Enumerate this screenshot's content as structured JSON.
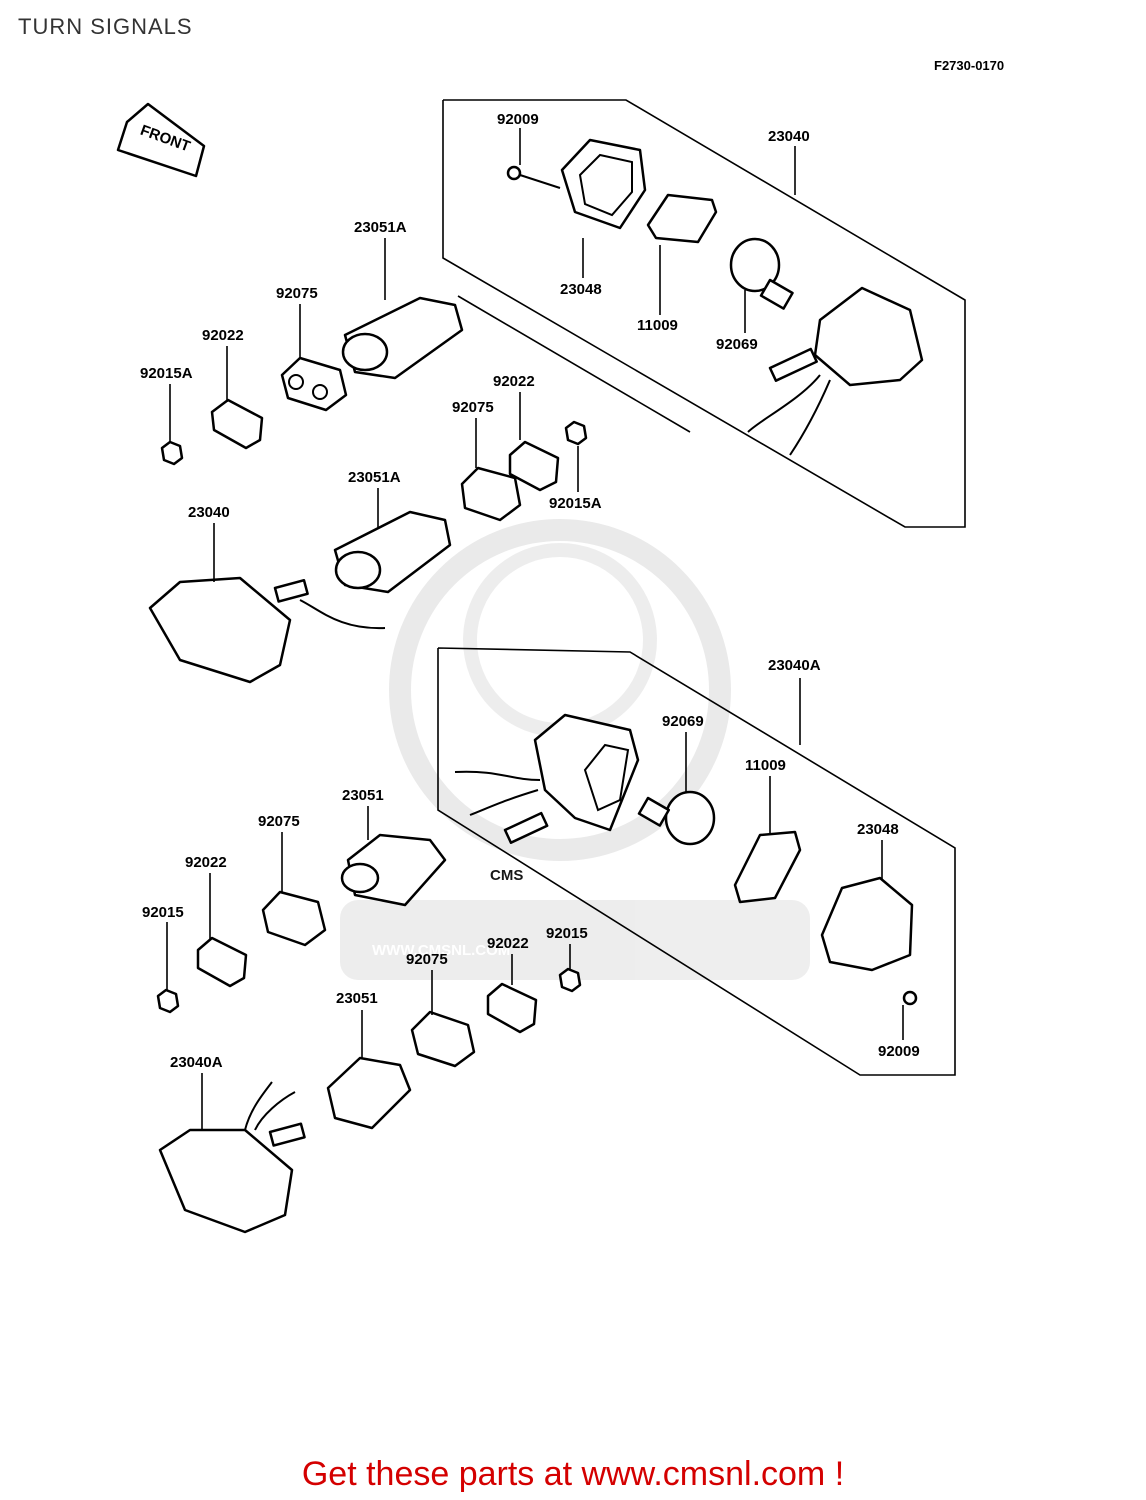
{
  "header": {
    "title": "TURN SIGNALS",
    "diagram_code": "F2730-0170",
    "front_arrow_label": "FRONT"
  },
  "watermark": {
    "logo_text": "CMS",
    "url_text": "WWW.CMSNL.COM"
  },
  "callouts": [
    "92009",
    "23040",
    "23048",
    "11009",
    "92069",
    "23051A",
    "92075",
    "92022",
    "92015A",
    "92075",
    "92022",
    "92015A",
    "23051A",
    "23040",
    "23040A",
    "92069",
    "11009",
    "23048",
    "23051",
    "92075",
    "92022",
    "92015",
    "92015",
    "92022",
    "92075",
    "23051",
    "92009",
    "23040A"
  ],
  "footer": {
    "link_text": "Get these parts at www.cmsnl.com !"
  }
}
